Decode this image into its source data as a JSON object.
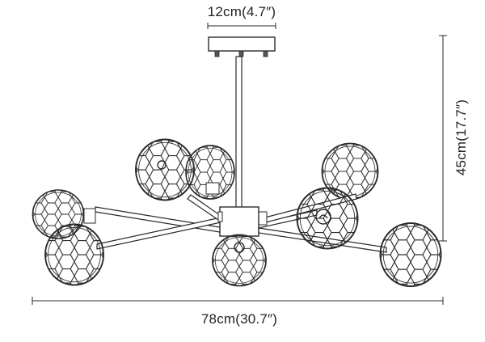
{
  "dimensions": {
    "canopy_width": "12cm(4.7″)",
    "height": "45cm(17.7″)",
    "overall_width": "78cm(30.7″)"
  },
  "colors": {
    "line": "#2a2a2a",
    "dimension": "#444444",
    "background": "#ffffff"
  }
}
